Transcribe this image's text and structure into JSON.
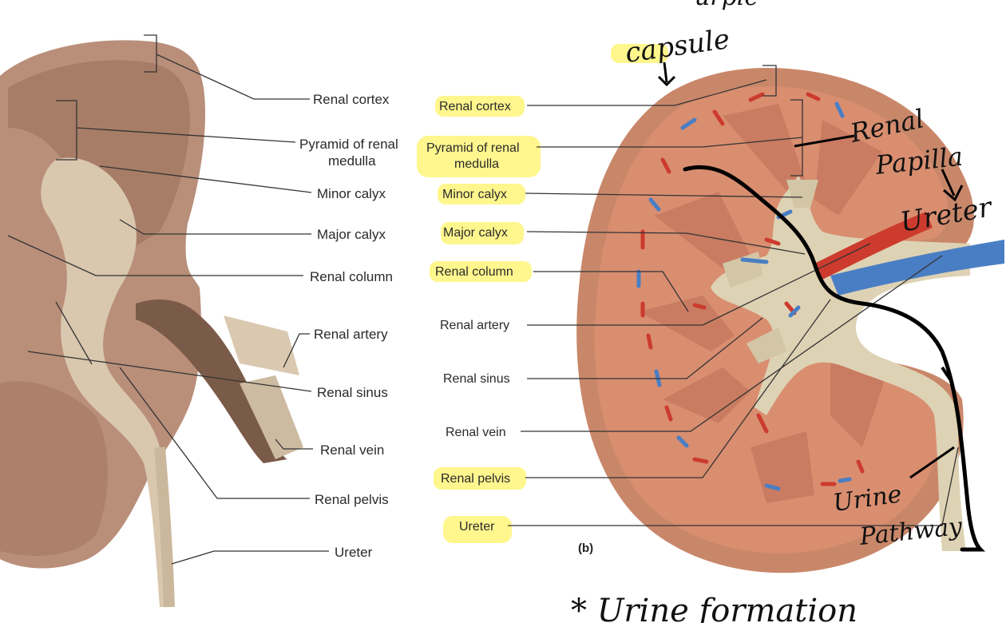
{
  "photo_labels": {
    "renal_cortex": "Renal cortex",
    "pyramid_line1": "Pyramid of renal",
    "pyramid_line2": "medulla",
    "minor_calyx": "Minor calyx",
    "major_calyx": "Major calyx",
    "renal_column": "Renal column",
    "renal_artery": "Renal artery",
    "renal_sinus": "Renal sinus",
    "renal_vein": "Renal vein",
    "renal_pelvis": "Renal pelvis",
    "ureter": "Ureter"
  },
  "illustration_labels": {
    "renal_cortex": "Renal cortex",
    "pyramid_line1": "Pyramid of renal",
    "pyramid_line2": "medulla",
    "minor_calyx": "Minor calyx",
    "major_calyx": "Major calyx",
    "renal_column": "Renal column",
    "renal_artery": "Renal artery",
    "renal_sinus": "Renal sinus",
    "renal_vein": "Renal vein",
    "renal_pelvis": "Renal pelvis",
    "ureter": "Ureter"
  },
  "panel_caption": "(b)",
  "handwritten": {
    "capsule": "capsule",
    "renal_line1": "Renal",
    "renal_line2": "Papilla",
    "ureter": "Ureter",
    "urine_line1": "Urine",
    "urine_line2": "Pathway",
    "bottom_note": "* Urine formation",
    "top_fragment": "urple"
  },
  "colors": {
    "highlight": "#fff47a",
    "cortex": "#d98e70",
    "capsule": "#c9876a",
    "sinus_fat": "#ded2b4",
    "artery": "#cc3b2e",
    "vein": "#4a7ec4",
    "photo_tissue": "#b98f7a"
  }
}
